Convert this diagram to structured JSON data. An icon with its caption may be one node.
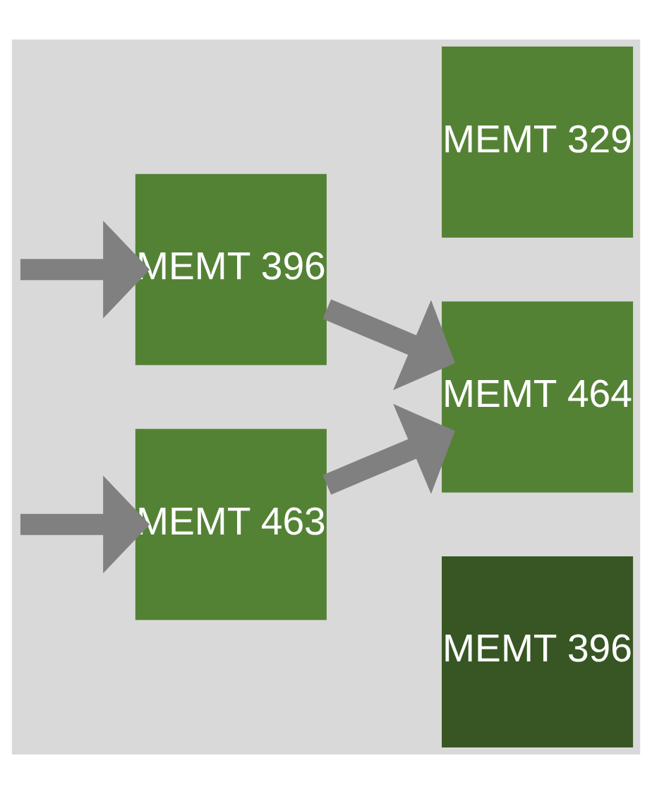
{
  "diagram": {
    "nodes": [
      {
        "text": [
          "MEMT 463"
        ]
      },
      {
        "text": [
          "MEMT 396"
        ]
      },
      {
        "text": [
          "MEMT 329"
        ]
      },
      {
        "text": [
          "MEMT 464"
        ]
      },
      {
        "text": [
          "MEMT 396"
        ]
      }
    ],
    "edges": [
      {
        "from": null,
        "to": 0,
        "arrow": "to"
      },
      {
        "from": null,
        "to": 1,
        "arrow": "to"
      },
      {
        "from": 0,
        "to": 3,
        "arrow": "to"
      },
      {
        "from": 1,
        "to": 3,
        "arrow": "to"
      }
    ]
  }
}
